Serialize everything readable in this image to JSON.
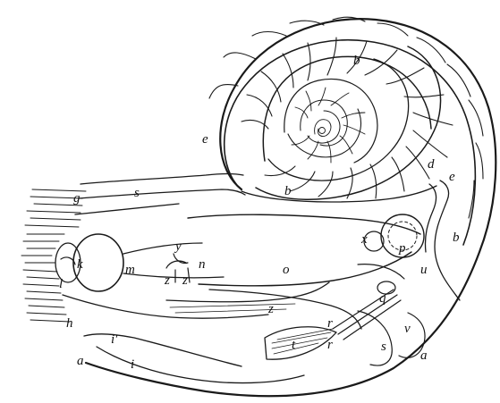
{
  "figure": {
    "labels": {
      "a1": "a",
      "a2": "a",
      "b1": "b",
      "b2": "b",
      "b3": "b",
      "d": "d",
      "e": "e",
      "e2": "e",
      "g": "g",
      "s1": "s",
      "h": "h",
      "i": "i",
      "i2": "i′",
      "k": "k",
      "l": "l",
      "m": "m",
      "n": "n",
      "o": "o",
      "p": "p",
      "q": "q",
      "r": "r",
      "r2": "r",
      "s2": "s",
      "t": "t",
      "u": "u",
      "v": "v",
      "x": "x",
      "y": "y",
      "z1": "z",
      "z2": "z",
      "z3": "z"
    }
  }
}
